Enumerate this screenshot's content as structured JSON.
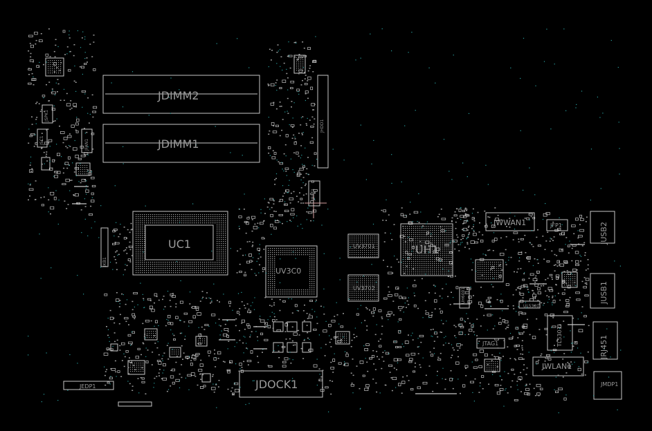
{
  "board": {
    "background": "#000000",
    "outline_color": "#c8c8c8",
    "pad_color": "#9a9a9a",
    "via_color": "#2aa3a3"
  },
  "components": {
    "jdimm2": "JDIMM2",
    "jdimm1": "JDIMM1",
    "uc1": "UC1",
    "uh1": "UH1",
    "uv_center": "UV3C0",
    "uv3701": "UV3701",
    "uv3702": "UV3702",
    "jdock1": "JDOCK1",
    "jwwan1": "JWWAN1",
    "jwlan1": "JWLAN1",
    "jfp1": "JFP1",
    "jusb2": "JUSB2",
    "jusb1": "JUSB1",
    "jrj451": "JRJ451",
    "jmdp1": "JMDP1",
    "tl5301": "TL5301",
    "jtag1": "JTAG1",
    "jedp1": "JEDP1",
    "jhdd1": "JHDD1",
    "jspk1": "JSPK1",
    "jfan1": "JFAN1",
    "jsc1": "JSC1",
    "jkb1": "JKB1",
    "jbat1": "JBAT1",
    "ul5301": "UL5301",
    "uh6001": "UH6001"
  }
}
